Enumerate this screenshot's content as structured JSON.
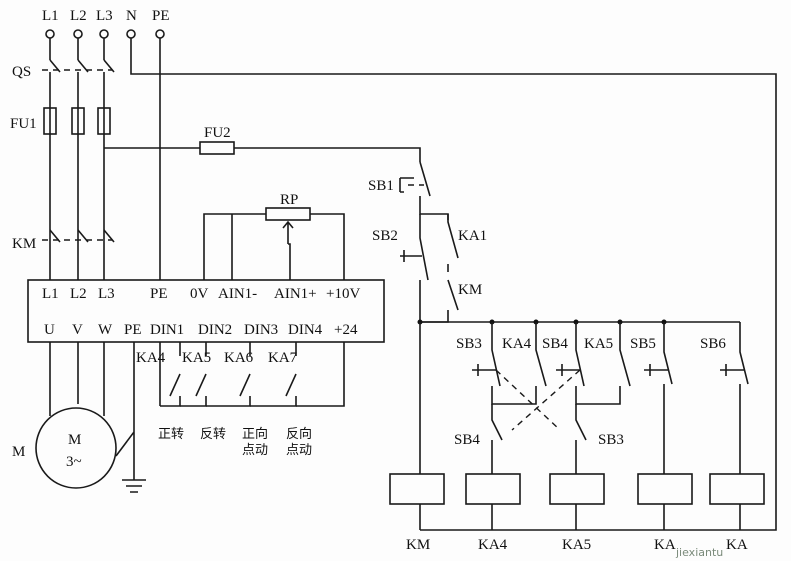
{
  "supply": {
    "l1": "L1",
    "l2": "L2",
    "l3": "L3",
    "n": "N",
    "pe": "PE"
  },
  "devices": {
    "qs": "QS",
    "fu1": "FU1",
    "fu2": "FU2",
    "km_main": "KM",
    "rp": "RP",
    "motor": "M",
    "motor_inner": "M",
    "motor_phase": "3~"
  },
  "inverter": {
    "top": [
      "L1",
      "L2",
      "L3",
      "PE",
      "0V",
      "AIN1-",
      "AIN1+",
      "+10V"
    ],
    "bottom": [
      "U",
      "V",
      "W",
      "PE",
      "DIN1",
      "DIN2",
      "DIN3",
      "DIN4",
      "+24"
    ]
  },
  "relays_inv": [
    "KA4",
    "KA5",
    "KA6",
    "KA7"
  ],
  "functions": [
    {
      "l1": "正转",
      "l2": ""
    },
    {
      "l1": "反转",
      "l2": ""
    },
    {
      "l1": "正向",
      "l2": "点动"
    },
    {
      "l1": "反向",
      "l2": "点动"
    }
  ],
  "control": {
    "sb1": "SB1",
    "sb2": "SB2",
    "ka1": "KA1",
    "km": "KM",
    "sb3": "SB3",
    "ka4": "KA4",
    "sb4": "SB4",
    "ka5": "KA5",
    "sb5": "SB5",
    "sb6": "SB6",
    "sb4_lower": "SB4",
    "sb3_lower": "SB3",
    "coils": [
      "KM",
      "KA4",
      "KA5",
      "KA",
      "KA"
    ]
  },
  "watermark": "jiexiantu"
}
